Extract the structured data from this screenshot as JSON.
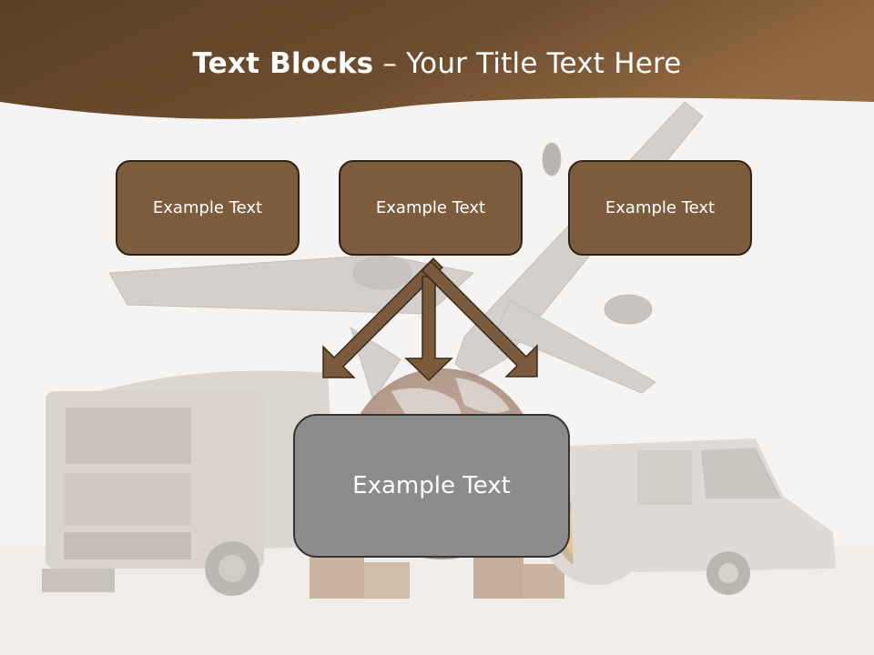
{
  "slide": {
    "title_bold": "Text Blocks",
    "title_rest": "– Your Title Text Here"
  },
  "top_boxes": [
    {
      "label": "Example Text"
    },
    {
      "label": "Example Text"
    },
    {
      "label": "Example Text"
    }
  ],
  "bottom_box": {
    "label": "Example Text"
  },
  "colors": {
    "header_brown": "#6b4b2e",
    "box_brown": "#7d5c3e",
    "box_border": "#2e2217",
    "center_box_gray": "#8c8c8c",
    "arrow_brown": "#7b5a3b"
  },
  "background_image": "faded logistics scene: airplane, truck, globe, clock, van, boxes"
}
